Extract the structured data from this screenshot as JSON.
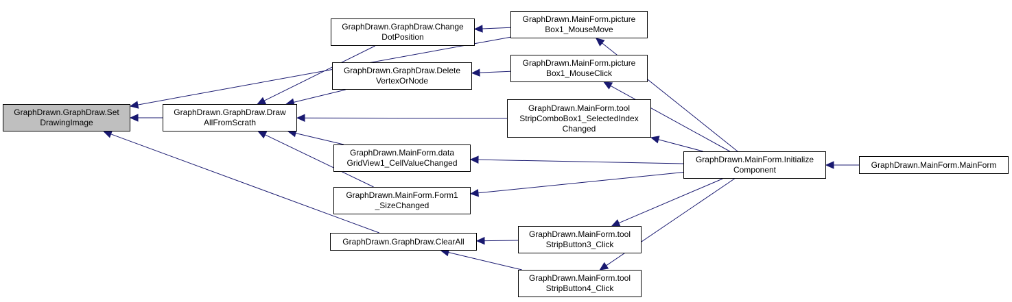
{
  "diagram": {
    "edge_color": "#191970",
    "nodes": [
      {
        "id": "setDrawingImage",
        "label": "GraphDrawn.GraphDraw.Set\nDrawingImage",
        "highlight": true
      },
      {
        "id": "drawAll",
        "label": "GraphDrawn.GraphDraw.Draw\nAllFromScrath"
      },
      {
        "id": "changeDot",
        "label": "GraphDrawn.GraphDraw.Change\nDotPosition"
      },
      {
        "id": "deleteVertex",
        "label": "GraphDrawn.GraphDraw.Delete\nVertexOrNode"
      },
      {
        "id": "dataGrid",
        "label": "GraphDrawn.MainForm.data\nGridView1_CellValueChanged"
      },
      {
        "id": "form1Size",
        "label": "GraphDrawn.MainForm.Form1\n_SizeChanged"
      },
      {
        "id": "clearAll",
        "label": "GraphDrawn.GraphDraw.ClearAll"
      },
      {
        "id": "mouseMove",
        "label": "GraphDrawn.MainForm.picture\nBox1_MouseMove"
      },
      {
        "id": "mouseClick",
        "label": "GraphDrawn.MainForm.picture\nBox1_MouseClick"
      },
      {
        "id": "comboBox",
        "label": "GraphDrawn.MainForm.tool\nStripComboBox1_SelectedIndex\nChanged"
      },
      {
        "id": "button3",
        "label": "GraphDrawn.MainForm.tool\nStripButton3_Click"
      },
      {
        "id": "button4",
        "label": "GraphDrawn.MainForm.tool\nStripButton4_Click"
      },
      {
        "id": "initComp",
        "label": "GraphDrawn.MainForm.Initialize\nComponent"
      },
      {
        "id": "mainForm",
        "label": "GraphDrawn.MainForm.MainForm"
      }
    ],
    "edges": [
      {
        "from": "drawAll",
        "to": "setDrawingImage"
      },
      {
        "from": "mouseMove",
        "to": "setDrawingImage"
      },
      {
        "from": "clearAll",
        "to": "setDrawingImage"
      },
      {
        "from": "changeDot",
        "to": "drawAll"
      },
      {
        "from": "deleteVertex",
        "to": "drawAll"
      },
      {
        "from": "comboBox",
        "to": "drawAll"
      },
      {
        "from": "dataGrid",
        "to": "drawAll"
      },
      {
        "from": "form1Size",
        "to": "drawAll"
      },
      {
        "from": "mouseMove",
        "to": "changeDot"
      },
      {
        "from": "mouseClick",
        "to": "deleteVertex"
      },
      {
        "from": "initComp",
        "to": "dataGrid"
      },
      {
        "from": "initComp",
        "to": "form1Size"
      },
      {
        "from": "button3",
        "to": "clearAll"
      },
      {
        "from": "button4",
        "to": "clearAll"
      },
      {
        "from": "initComp",
        "to": "mouseMove"
      },
      {
        "from": "initComp",
        "to": "mouseClick"
      },
      {
        "from": "initComp",
        "to": "comboBox"
      },
      {
        "from": "initComp",
        "to": "button3"
      },
      {
        "from": "initComp",
        "to": "button4"
      },
      {
        "from": "mainForm",
        "to": "initComp"
      }
    ]
  }
}
